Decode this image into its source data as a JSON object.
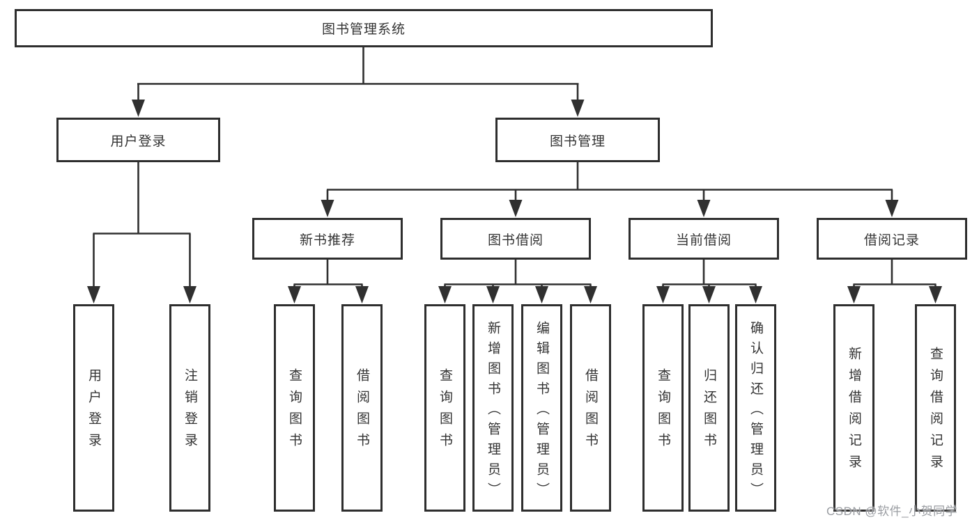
{
  "diagram": {
    "title": "图书管理系统",
    "modules": [
      {
        "label": "用户登录",
        "children": [
          {
            "label": "用户登录"
          },
          {
            "label": "注销登录"
          }
        ]
      },
      {
        "label": "图书管理",
        "children": [
          {
            "label": "新书推荐",
            "children": [
              {
                "label": "查询图书"
              },
              {
                "label": "借阅图书"
              }
            ]
          },
          {
            "label": "图书借阅",
            "children": [
              {
                "label": "查询图书"
              },
              {
                "label": "新增图书（管理员）"
              },
              {
                "label": "编辑图书（管理员）"
              },
              {
                "label": "借阅图书"
              }
            ]
          },
          {
            "label": "当前借阅",
            "children": [
              {
                "label": "查询图书"
              },
              {
                "label": "归还图书"
              },
              {
                "label": "确认归还（管理员）"
              }
            ]
          },
          {
            "label": "借阅记录",
            "children": [
              {
                "label": "新增借阅记录"
              },
              {
                "label": "查询借阅记录"
              }
            ]
          }
        ]
      }
    ]
  },
  "watermark": {
    "text": "CSDN @软件_小贺同学"
  },
  "colors": {
    "line": "#303030",
    "box_border": "#2e2e2e",
    "text": "#333333",
    "watermark": "#9a9da2",
    "background": "#ffffff"
  }
}
